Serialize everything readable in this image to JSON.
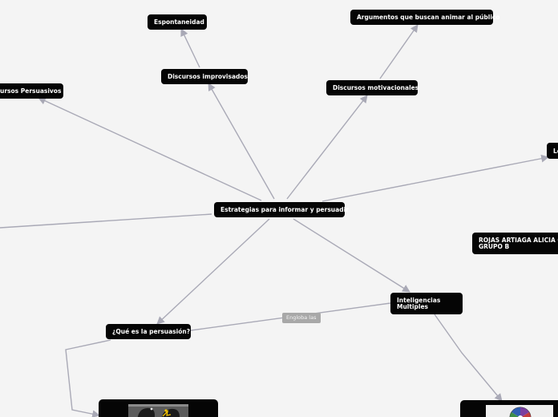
{
  "central": {
    "label": "Estrategias para informar y persuadir"
  },
  "nodes": {
    "espontaneidad": "Espontaneidad",
    "argumentos": "Argumentos que buscan animar al público",
    "persuasivos": "ursos Persuasivos",
    "improvisados": "Discursos improvisados",
    "motivacionales": "Discursos motivacionales",
    "lo_partial": "Lo",
    "rojas_line1": "ROJAS ARTIAGA ALICIA C",
    "rojas_line2": "GRUPO B",
    "inteligencias_line1": "Inteligencias",
    "inteligencias_line2": "Multiples",
    "que_es": "¿Qué es la persuasión?"
  },
  "relation": {
    "label": "Engloba las"
  },
  "colors": {
    "background": "#f4f4f4",
    "node": "#050505",
    "node_text": "#ffffff",
    "edge": "#a9a9b6",
    "relation_label_bg": "#a8a8a8"
  }
}
